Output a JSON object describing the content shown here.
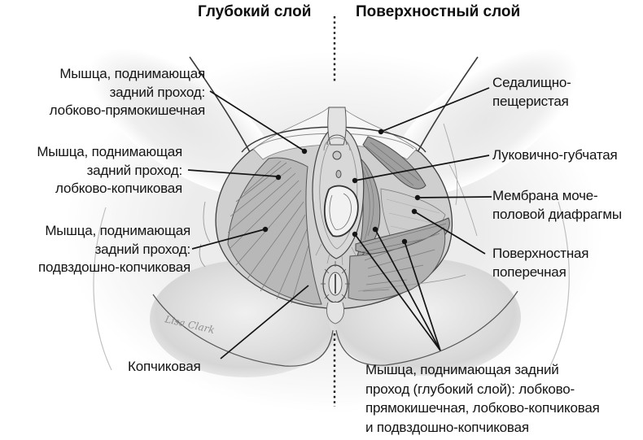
{
  "headers": {
    "deep_layer": "Глубокий слой",
    "superficial_layer": "Поверхностный слой"
  },
  "labels": {
    "left": [
      {
        "id": "puborectalis",
        "text": "Мышца, поднимающая\nзадний проход:\nлобково-прямокишечная"
      },
      {
        "id": "pubococcygeus",
        "text": "Мышца, поднимающая\nзадний проход:\nлобково-копчиковая"
      },
      {
        "id": "iliococcygeus",
        "text": "Мышца, поднимающая\nзадний проход:\nподвздошно-копчиковая"
      },
      {
        "id": "coccygeus",
        "text": "Копчиковая"
      }
    ],
    "right": [
      {
        "id": "ischiocavernosus",
        "text": "Седалищно-\nпещеристая"
      },
      {
        "id": "bulbospongiosus",
        "text": "Луковично-губчатая"
      },
      {
        "id": "urogenital-membrane",
        "text": "Мембрана моче-\nполовой диафрагмы"
      },
      {
        "id": "superficial-transverse",
        "text": "Поверхностная\nпоперечная"
      },
      {
        "id": "levator-ani-deep",
        "text": "Мышца, поднимающая задний\nпроход (глубокий слой): лобково-\nпрямокишечная, лобково-копчиковая\nи подвздошно-копчиковая"
      }
    ]
  },
  "signature": "Lisa Clark",
  "colors": {
    "leader_line": "#141414",
    "text": "#111111",
    "muscle": "#b8b8b8",
    "skin": "#ededed"
  }
}
